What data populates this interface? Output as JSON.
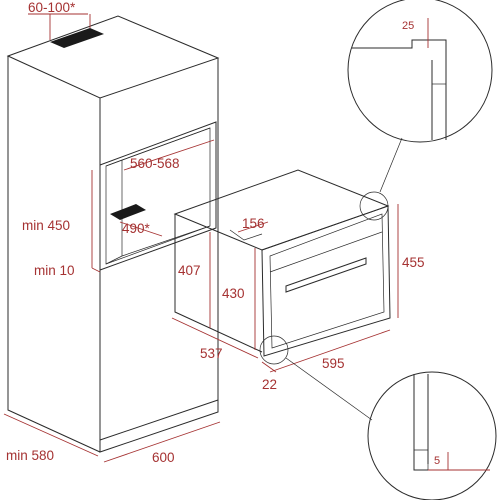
{
  "dimensions": {
    "vent_opening": "60-100*",
    "niche_width": "560-568",
    "niche_height": "min 450",
    "niche_depth": "490*",
    "base_gap": "min 10",
    "cabinet_depth": "min 580",
    "cabinet_width": "600",
    "oven_depth": "537",
    "oven_body_height": "407",
    "oven_inner_height": "430",
    "oven_top_step": "156",
    "oven_front_height": "455",
    "oven_front_width": "595",
    "front_offset": "22",
    "detail_top_gap": "25",
    "detail_bottom_gap": "5"
  },
  "colors": {
    "line": "#2b2b2b",
    "dimension": "#a53232"
  }
}
